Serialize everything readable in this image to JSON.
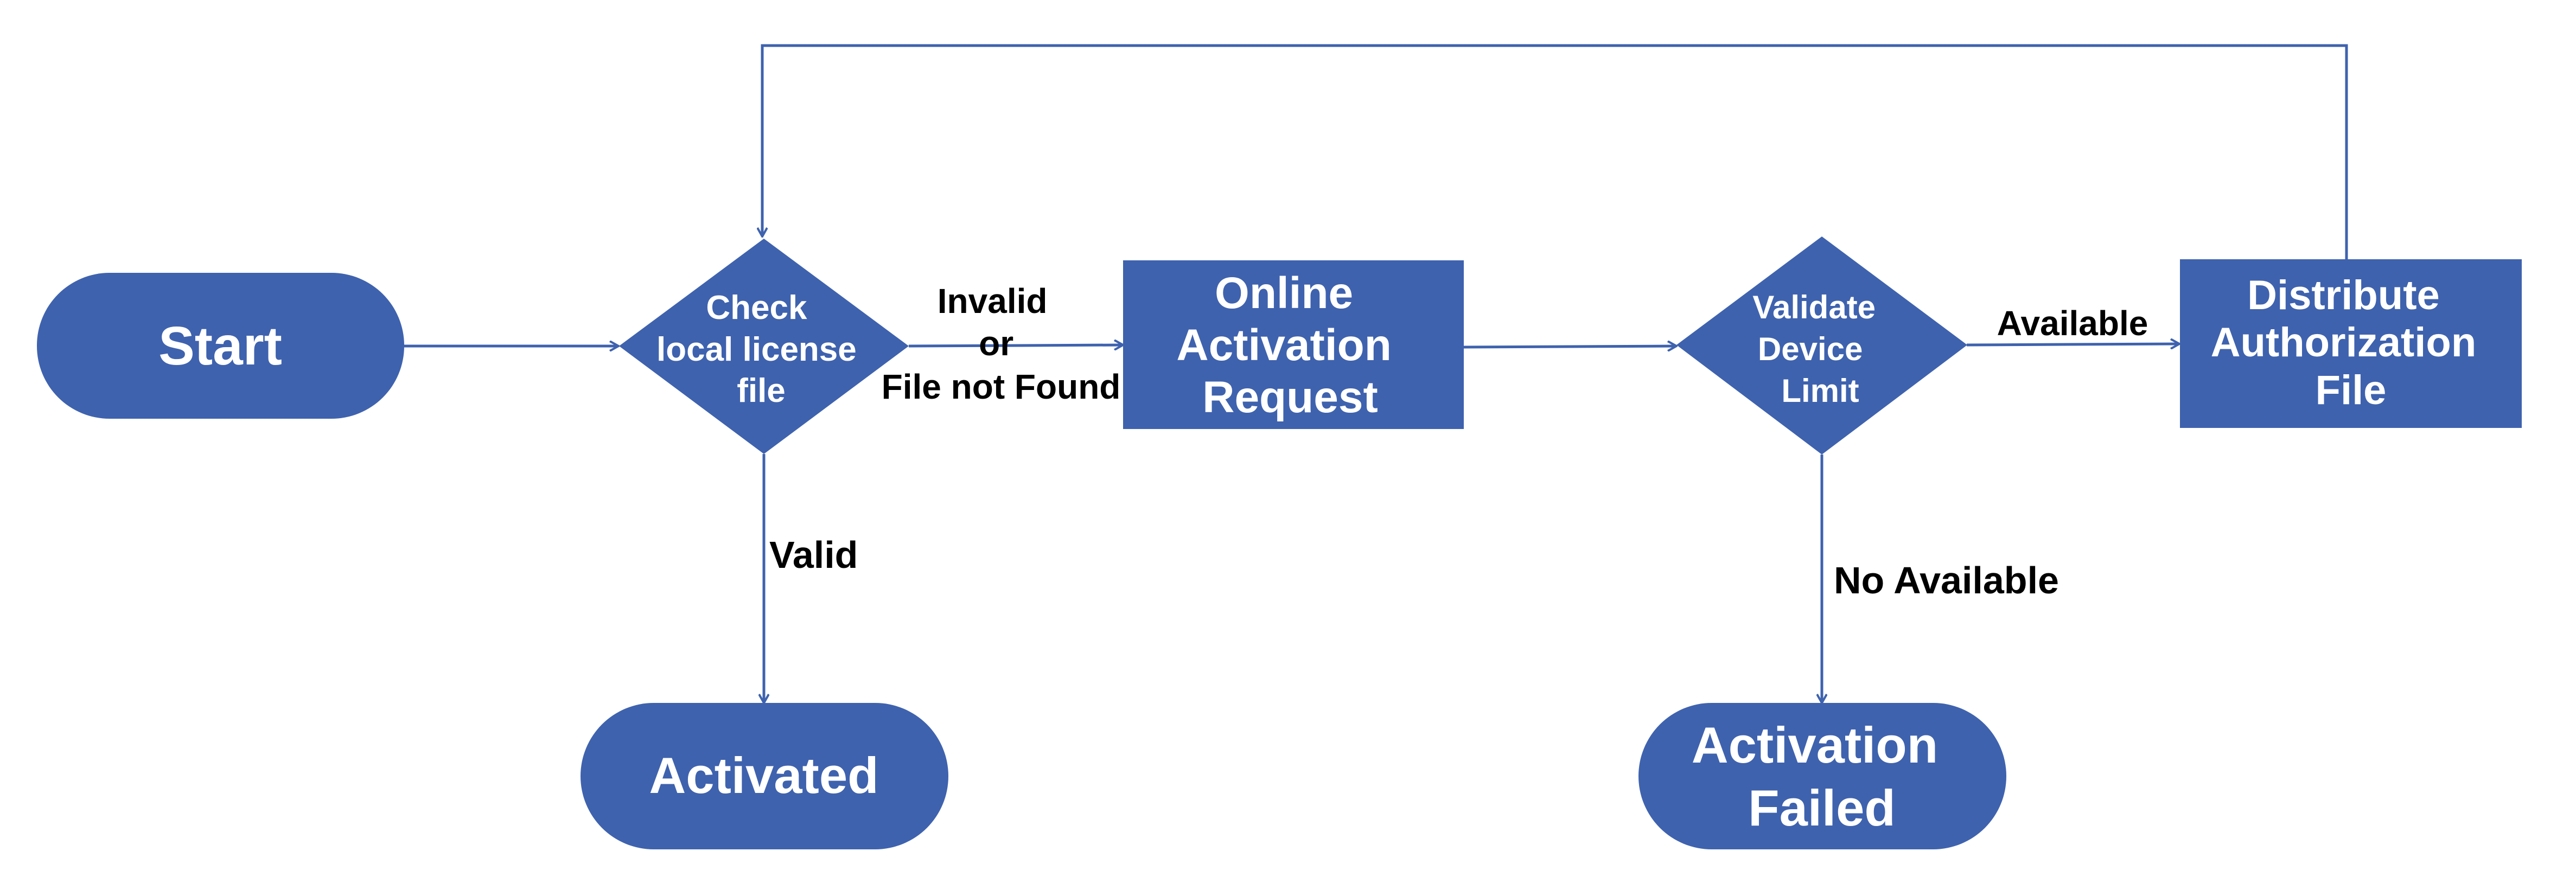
{
  "colors": {
    "node_fill": "#3E62AE",
    "edge_stroke": "#3E62AE",
    "node_text": "#FFFFFF",
    "edge_label_text": "#000000",
    "background": "#FFFFFF"
  },
  "nodes": {
    "start": {
      "shape": "terminal",
      "lines": [
        "Start"
      ]
    },
    "check": {
      "shape": "decision",
      "lines": [
        "Check",
        "local license",
        "file"
      ]
    },
    "online": {
      "shape": "process",
      "lines": [
        "Online",
        "Activation",
        "Request"
      ]
    },
    "validate": {
      "shape": "decision",
      "lines": [
        "Validate",
        "Device",
        "Limit"
      ]
    },
    "distribute": {
      "shape": "process",
      "lines": [
        "Distribute",
        "Authorization",
        "File"
      ]
    },
    "activated": {
      "shape": "terminal",
      "lines": [
        "Activated"
      ]
    },
    "failed": {
      "shape": "terminal",
      "lines": [
        "Activation",
        "Failed"
      ]
    }
  },
  "edges": [
    {
      "from": "start",
      "to": "check",
      "label": []
    },
    {
      "from": "check",
      "to": "online",
      "label": [
        "Invalid",
        "or",
        "File not Found"
      ]
    },
    {
      "from": "online",
      "to": "validate",
      "label": []
    },
    {
      "from": "validate",
      "to": "distribute",
      "label": [
        "Available"
      ]
    },
    {
      "from": "distribute",
      "to": "check",
      "label": []
    },
    {
      "from": "check",
      "to": "activated",
      "label": [
        "Valid"
      ]
    },
    {
      "from": "validate",
      "to": "failed",
      "label": [
        "No Available"
      ]
    }
  ]
}
